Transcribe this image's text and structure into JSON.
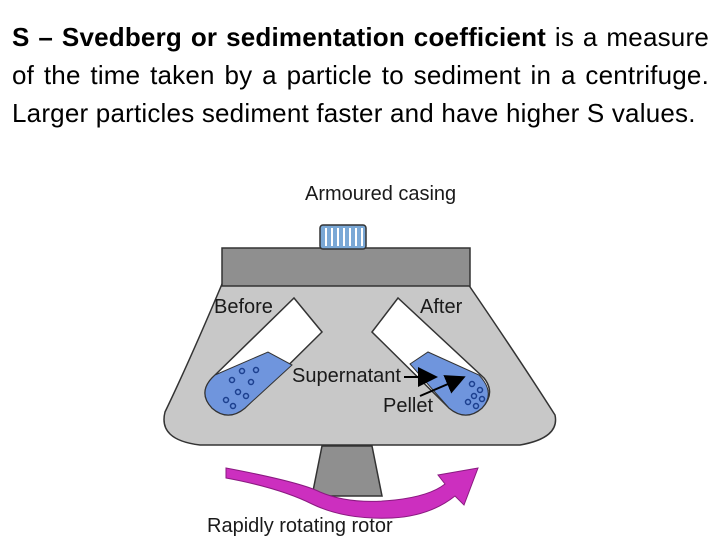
{
  "text": {
    "term": "S – Svedberg or sedimentation coefficient",
    "definition": " is a measure of the time taken by a particle to sediment in a centrifuge. Larger particles sediment faster and have higher S values."
  },
  "figure": {
    "labels": {
      "casing": "Armoured casing",
      "before": "Before",
      "after": "After",
      "supernatant": "Supernatant",
      "pellet": "Pellet",
      "rotor": "Rapidly rotating rotor"
    },
    "colors": {
      "body": "#c8c8c8",
      "lid": "#8f8f8f",
      "liquid": "#6f95dd",
      "cap": "#7aa8d6",
      "arrow": "#cc2fbf"
    }
  }
}
